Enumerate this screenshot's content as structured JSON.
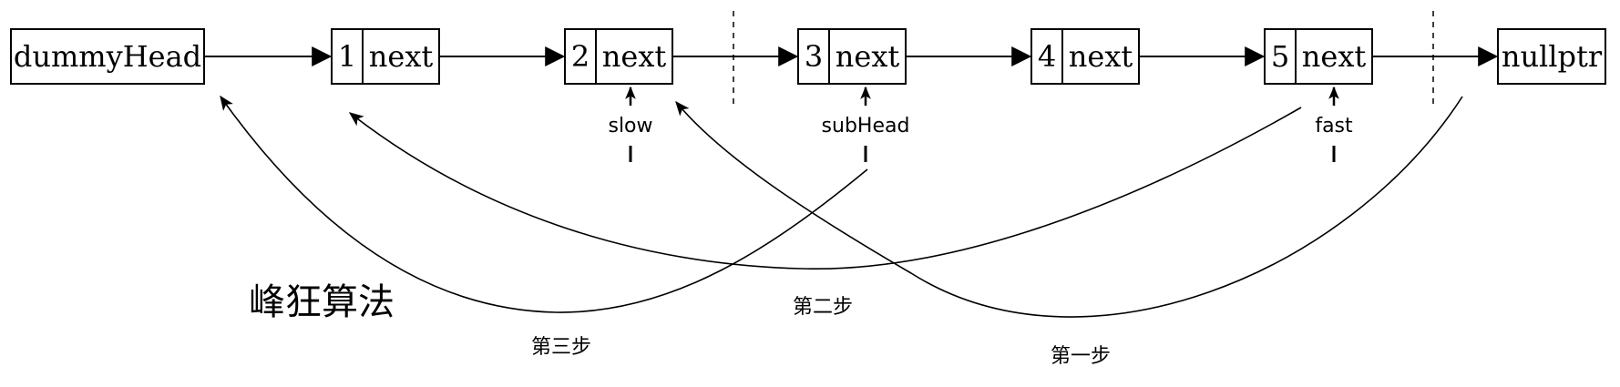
{
  "head": {
    "label": "dummyHead"
  },
  "nodes": [
    {
      "value": "1",
      "pointer": "next"
    },
    {
      "value": "2",
      "pointer": "next"
    },
    {
      "value": "3",
      "pointer": "next"
    },
    {
      "value": "4",
      "pointer": "next"
    },
    {
      "value": "5",
      "pointer": "next"
    }
  ],
  "tail": {
    "label": "nullptr"
  },
  "pointers": {
    "slow": "slow",
    "subHead": "subHead",
    "fast": "fast"
  },
  "steps": {
    "step1": "第一步",
    "step2": "第二步",
    "step3": "第三步"
  },
  "watermark": "峰狂算法"
}
